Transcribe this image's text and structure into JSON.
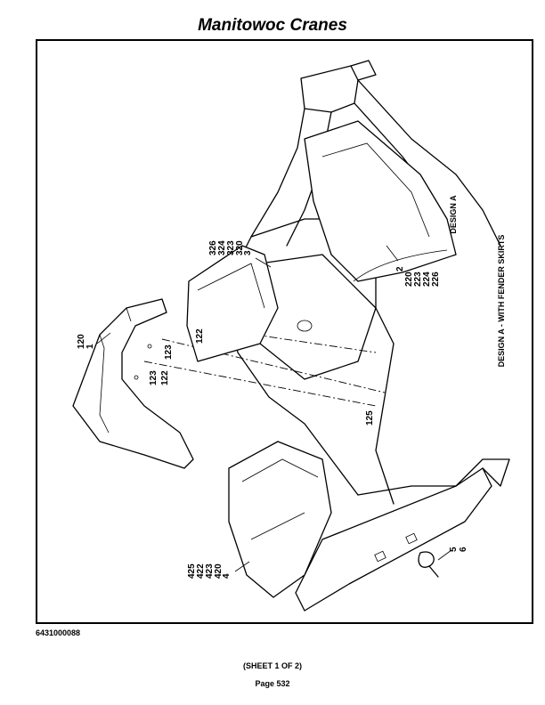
{
  "header": {
    "title": "Manitowoc Cranes"
  },
  "diagram": {
    "captions": {
      "design": "DESIGN A",
      "design_full": "DESIGN A - WITH FENDER SKIRTS"
    },
    "callouts": {
      "group_3": [
        "326",
        "324",
        "323",
        "320",
        "3"
      ],
      "group_2": [
        "2",
        "220",
        "223",
        "224",
        "226"
      ],
      "group_1": [
        "120",
        "1"
      ],
      "group_4": [
        "425",
        "422",
        "423",
        "420",
        "4"
      ],
      "hw_123a": "123",
      "hw_122a": "122",
      "hw_123b": "123",
      "hw_122b": "122",
      "hw_125": "125",
      "hw_5": "5",
      "hw_6": "6"
    }
  },
  "footer": {
    "doc_number": "6431000088",
    "sheet": "(SHEET 1 OF 2)",
    "page": "Page 532"
  }
}
